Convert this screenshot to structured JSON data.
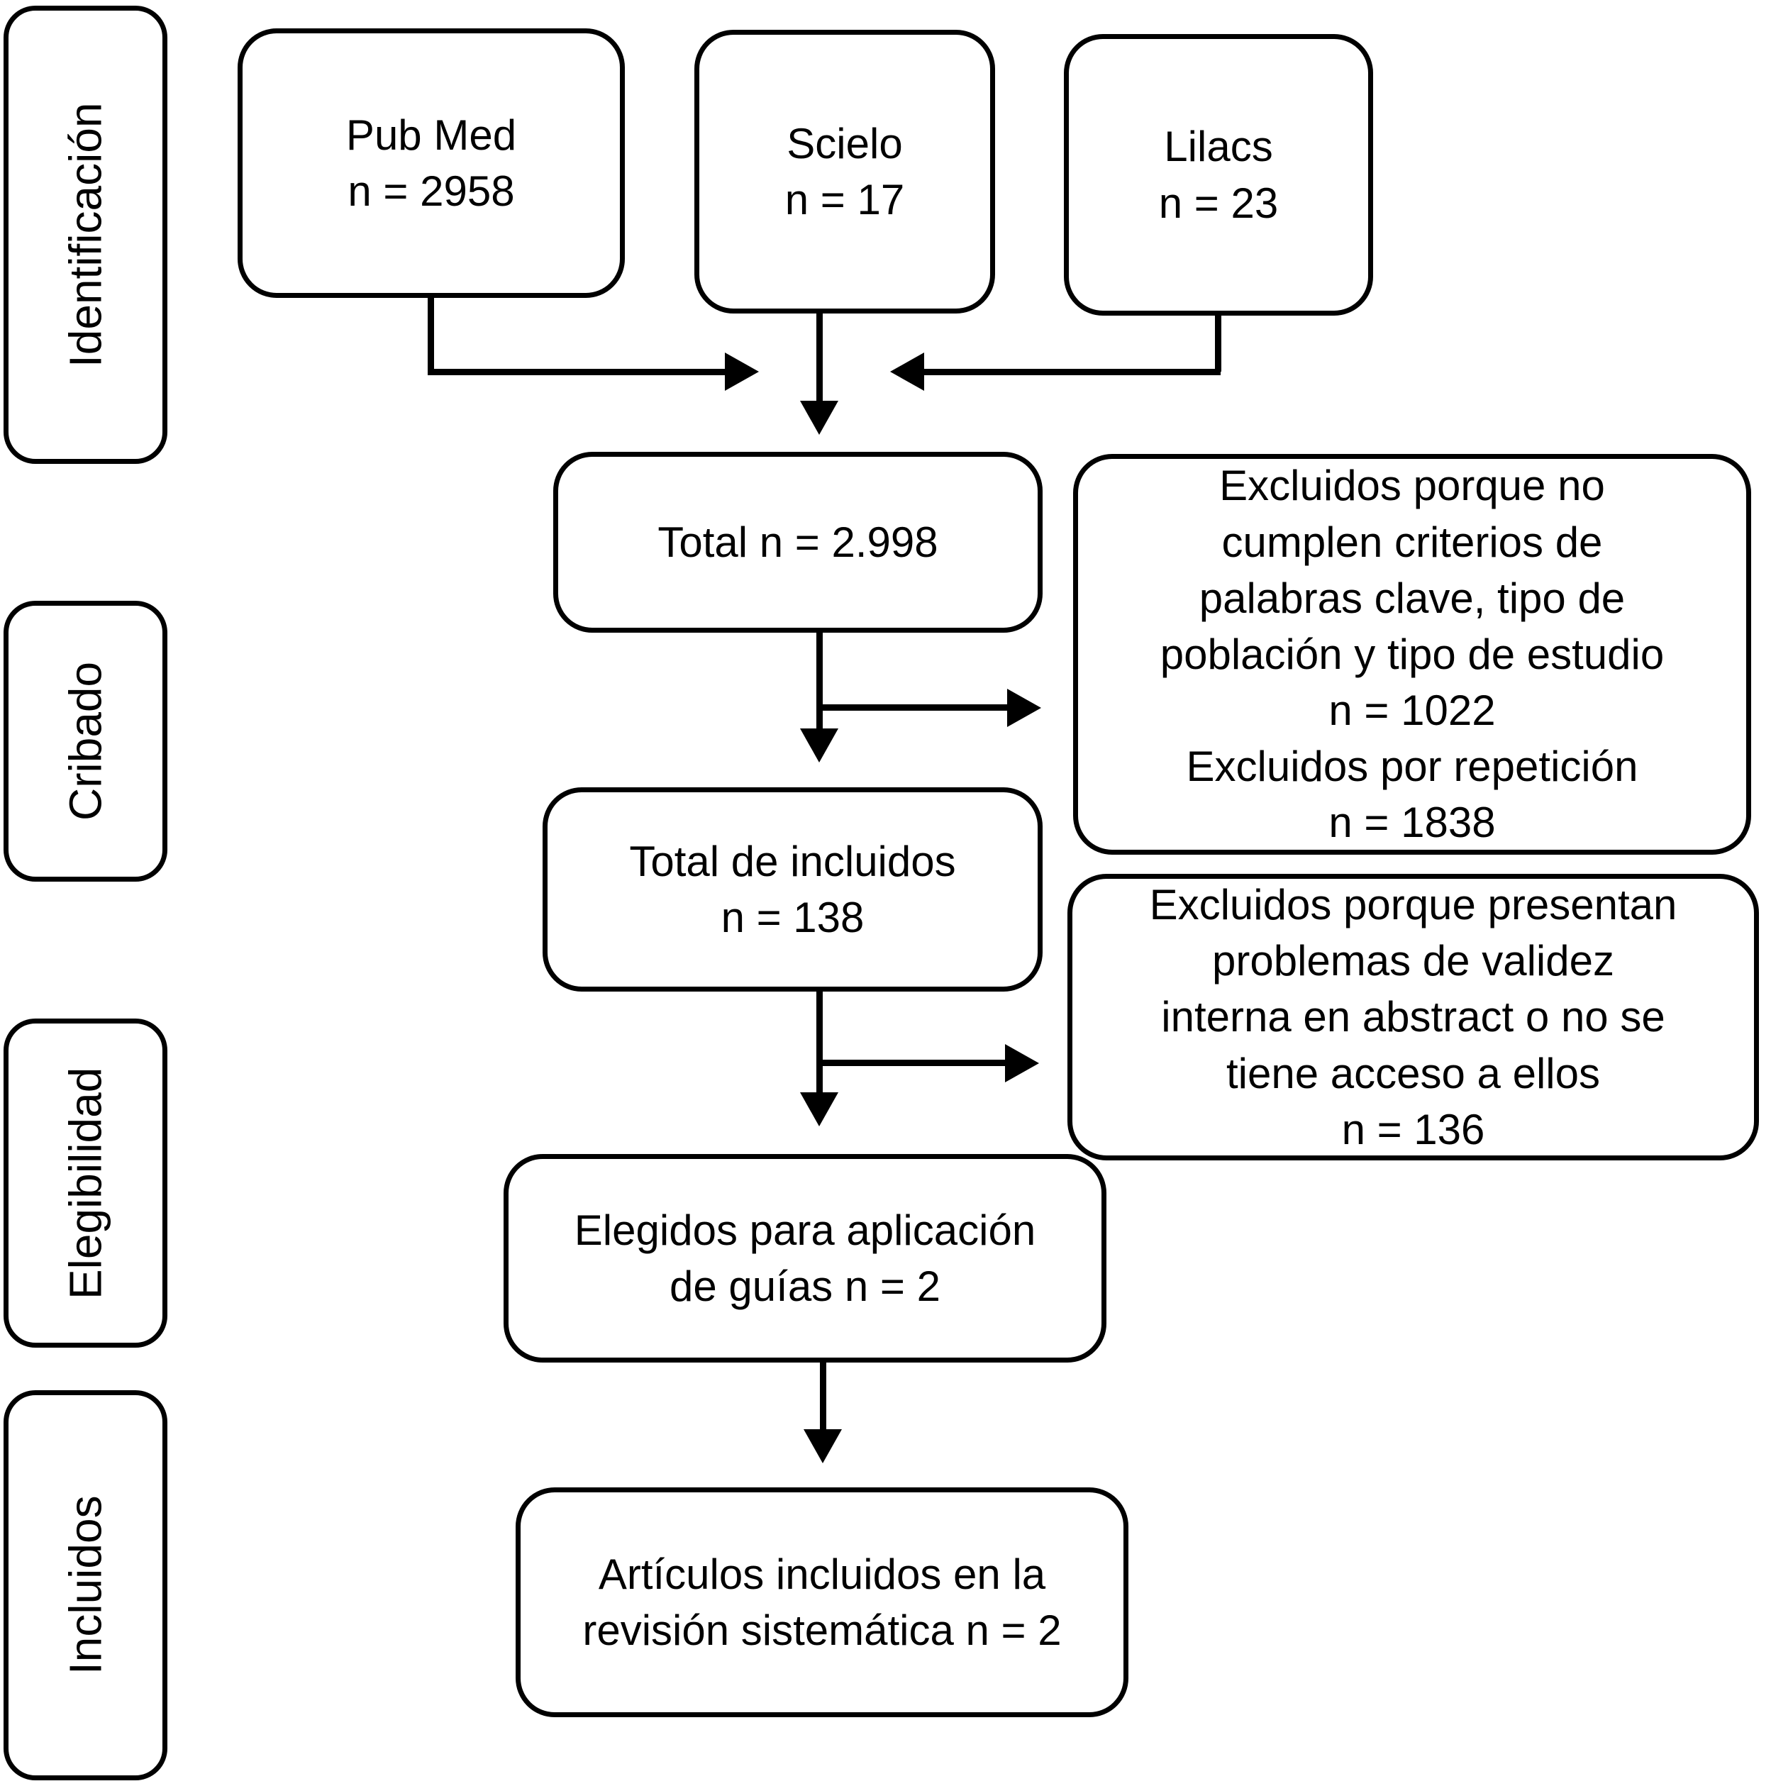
{
  "colors": {
    "ink": "#000000",
    "paper": "#ffffff"
  },
  "stages": [
    {
      "label": "Identificación"
    },
    {
      "label": "Cribado"
    },
    {
      "label": "Elegibilidad"
    },
    {
      "label": "Incluidos"
    }
  ],
  "nodes": {
    "pubmed": {
      "text": "Pub Med\nn = 2958"
    },
    "scielo": {
      "text": "Scielo\nn = 17"
    },
    "lilacs": {
      "text": "Lilacs\nn = 23"
    },
    "total": {
      "text": "Total n = 2.998"
    },
    "excluded_screening": {
      "text": "Excluidos porque no\ncumplen criterios de\npalabras clave, tipo de\npoblación y tipo de estudio\nn = 1022\nExcluidos por repetición\nn = 1838"
    },
    "included_total": {
      "text": "Total de incluidos\nn = 138"
    },
    "excluded_eligibility": {
      "text": "Excluidos porque presentan\nproblemas de validez\ninterna en abstract o no se\ntiene acceso a ellos\nn = 136"
    },
    "chosen_for_guidelines": {
      "text": "Elegidos para aplicación\nde guías n = 2"
    },
    "included_articles": {
      "text": "Artículos incluidos en la\nrevisión sistemática n = 2"
    }
  }
}
